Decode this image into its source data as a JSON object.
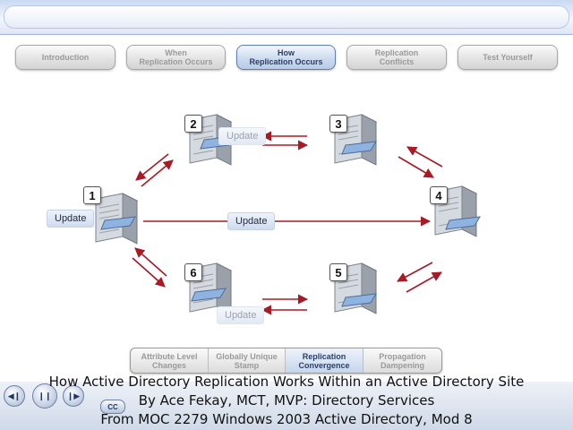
{
  "nav_tabs": [
    {
      "label": "Introduction",
      "active": false
    },
    {
      "label": "When\nReplication Occurs",
      "active": false
    },
    {
      "label": "How\nReplication Occurs",
      "active": true
    },
    {
      "label": "Replication\nConflicts",
      "active": false
    },
    {
      "label": "Test Yourself",
      "active": false
    }
  ],
  "servers": [
    {
      "number": "1"
    },
    {
      "number": "2"
    },
    {
      "number": "3"
    },
    {
      "number": "4"
    },
    {
      "number": "5"
    },
    {
      "number": "6"
    }
  ],
  "update_labels": {
    "origin": "Update",
    "to_4": "Update",
    "at_2": "Update",
    "at_6": "Update"
  },
  "sub_tabs": [
    {
      "label": "Attribute Level\nChanges",
      "active": false
    },
    {
      "label": "Globally Unique\nStamp",
      "active": false
    },
    {
      "label": "Replication\nConvergence",
      "active": true
    },
    {
      "label": "Propagation\nDampening",
      "active": false
    }
  ],
  "caption": {
    "line1": "How Active Directory Replication Works Within an Active Directory Site",
    "line2": "By Ace Fekay, MCT, MVP: Directory Services",
    "line3": "From MOC 2279 Windows 2003 Active Directory, Mod 8"
  },
  "player": {
    "cc_label": "CC",
    "rewind_icon": "skip-back-icon",
    "pause_icon": "pause-icon",
    "forward_icon": "skip-forward-icon"
  },
  "colors": {
    "arrow": "#a61b25",
    "active_tab": "#c5d5ec",
    "server_screen": "#8fb3e0"
  }
}
